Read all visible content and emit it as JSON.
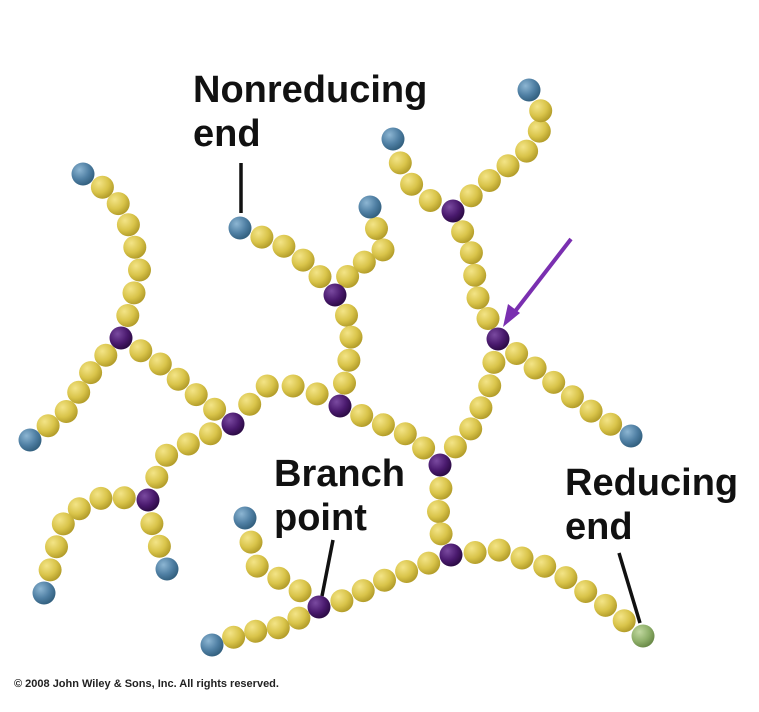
{
  "labels": {
    "nonreducing_line1": "Nonreducing",
    "nonreducing_line2": "end",
    "branch_line1": "Branch",
    "branch_line2": "point",
    "reducing_line1": "Reducing",
    "reducing_line2": "end"
  },
  "copyright": "© 2008 John Wiley & Sons, Inc. All rights reserved.",
  "colors": {
    "glucose": "#d9c44a",
    "branch_point": "#4a1a6e",
    "nonreducing_end": "#4f7fa3",
    "reducing_end": "#8fb06a",
    "arrow": "#7a2fb0",
    "leader": "#111111"
  }
}
